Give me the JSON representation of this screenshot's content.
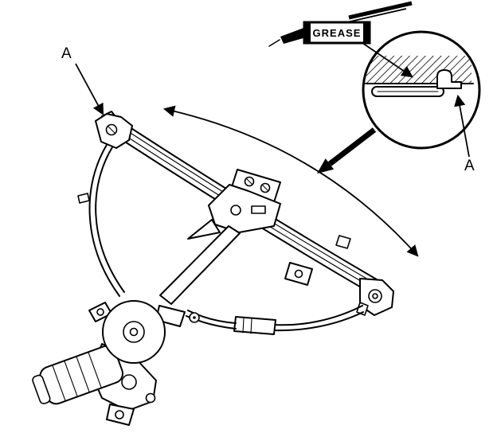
{
  "diagram": {
    "title_hint": "window-regulator-grease-application-figure",
    "callout_top": {
      "label": "A"
    },
    "callout_inset": {
      "label": "A"
    },
    "grease_tag": {
      "label": "GREASE"
    },
    "colors": {
      "ink": "#000000",
      "paper": "#ffffff"
    }
  }
}
